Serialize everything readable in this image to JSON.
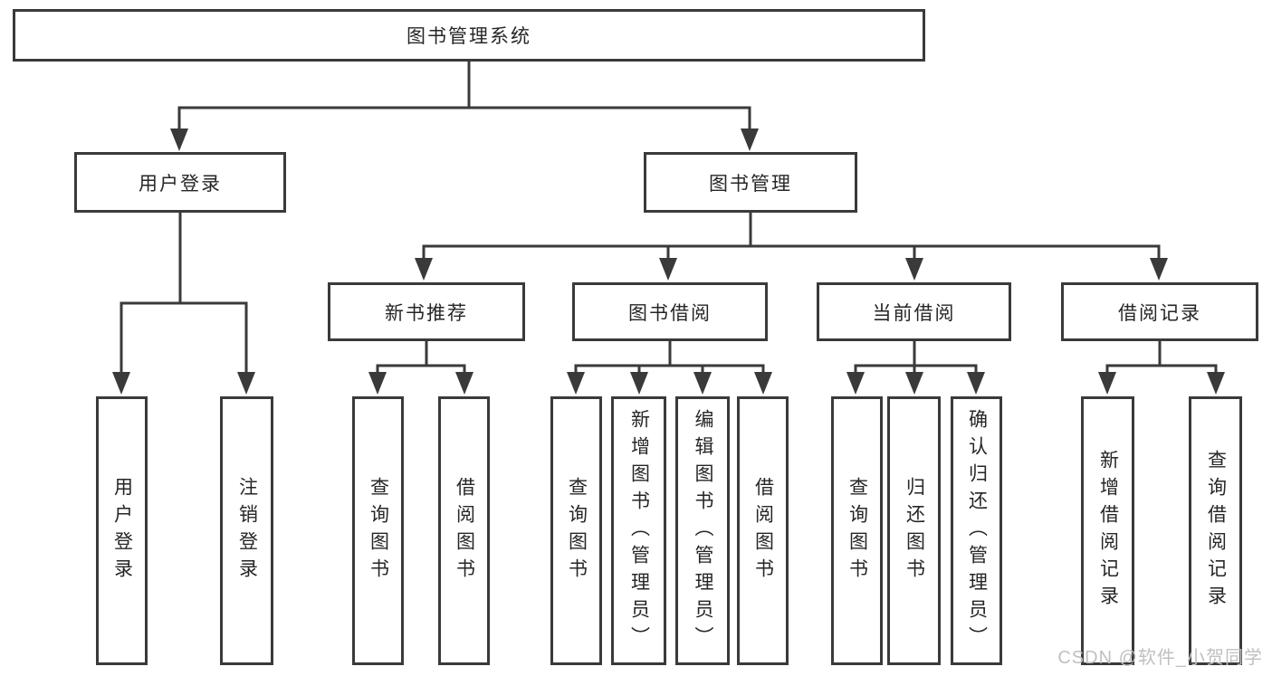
{
  "diagram": {
    "root": {
      "label": "图书管理系统"
    },
    "level2": [
      {
        "label": "用户登录"
      },
      {
        "label": "图书管理"
      }
    ],
    "level3": [
      {
        "label": "新书推荐"
      },
      {
        "label": "图书借阅"
      },
      {
        "label": "当前借阅"
      },
      {
        "label": "借阅记录"
      }
    ],
    "leaves": [
      {
        "label": "用户登录"
      },
      {
        "label": "注销登录"
      },
      {
        "label": "查询图书"
      },
      {
        "label": "借阅图书"
      },
      {
        "label": "查询图书"
      },
      {
        "label": "新增图书（管理员）"
      },
      {
        "label": "编辑图书（管理员）"
      },
      {
        "label": "借阅图书"
      },
      {
        "label": "查询图书"
      },
      {
        "label": "归还图书"
      },
      {
        "label": "确认归还（管理员）"
      },
      {
        "label": "新增借阅记录"
      },
      {
        "label": "查询借阅记录"
      }
    ],
    "watermark": "CSDN @软件_小贺同学",
    "colors": {
      "line": "#3a3a3a",
      "box_border": "#3a3a3a",
      "box_fill": "#ffffff",
      "text": "#262626",
      "watermark": "#c0c0c0",
      "background": "#ffffff"
    }
  }
}
